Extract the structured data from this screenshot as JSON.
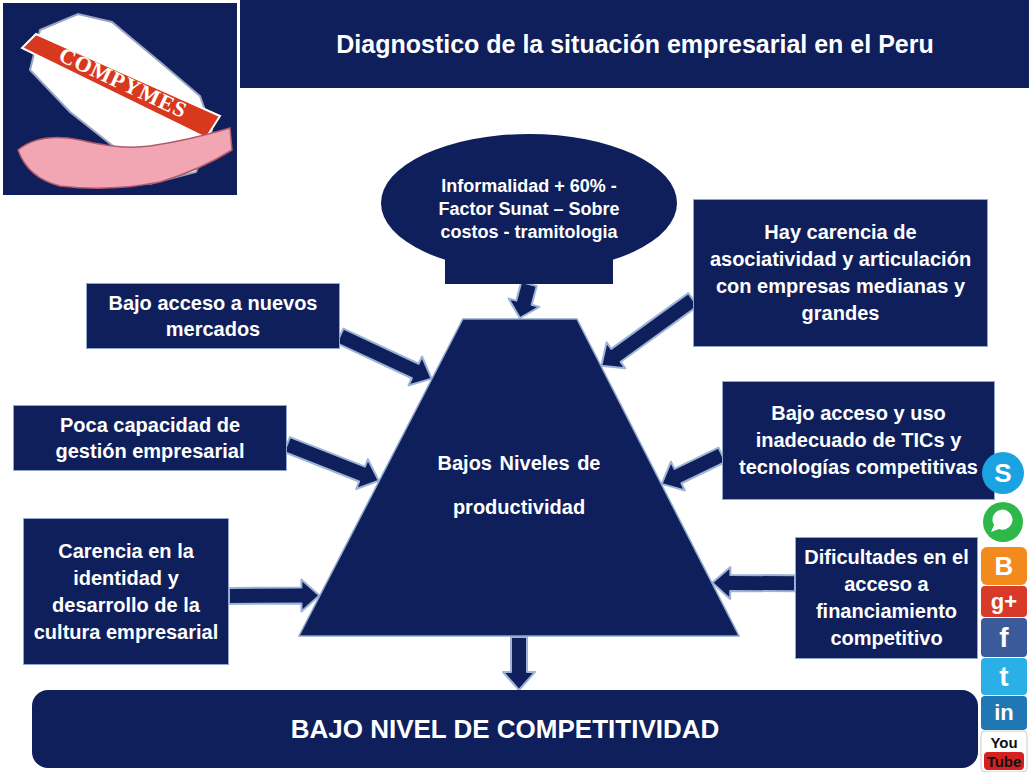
{
  "diagram": {
    "title": "Diagnostico de la situación empresarial en el Peru",
    "nodes": [
      {
        "text": [
          "Informalidad + 60% - Factor Sunat – Sobre costos - tramitologia"
        ]
      },
      {
        "text": [
          "Bajo acceso a nuevos mercados"
        ]
      },
      {
        "text": [
          "Hay carencia de asociatividad y articulación con empresas medianas y grandes"
        ]
      },
      {
        "text": [
          "Poca capacidad de gestión empresarial"
        ]
      },
      {
        "text": [
          "Bajos Niveles de productividad"
        ]
      },
      {
        "text": [
          "Bajo acceso y uso inadecuado de TICs y tecnologías competitivas"
        ]
      },
      {
        "text": [
          "Carencia en la identidad y desarrollo de la cultura empresarial"
        ]
      },
      {
        "text": [
          "Dificultades en el acceso a financiamiento competitivo"
        ]
      },
      {
        "text": [
          "BAJO NIVEL DE COMPETITIVIDAD"
        ]
      }
    ],
    "edges": [
      {
        "from": 0,
        "to": 4,
        "arrow": "to"
      },
      {
        "from": 1,
        "to": 4,
        "arrow": "to"
      },
      {
        "from": 2,
        "to": 4,
        "arrow": "to"
      },
      {
        "from": 3,
        "to": 4,
        "arrow": "to"
      },
      {
        "from": 5,
        "to": 4,
        "arrow": "to"
      },
      {
        "from": 6,
        "to": 4,
        "arrow": "to"
      },
      {
        "from": 7,
        "to": 4,
        "arrow": "to"
      },
      {
        "from": 4,
        "to": 8,
        "arrow": "to"
      }
    ],
    "labels": [
      "COMPYMES",
      "S",
      "B",
      "g+",
      "f",
      "t",
      "in",
      "You Tube"
    ]
  }
}
